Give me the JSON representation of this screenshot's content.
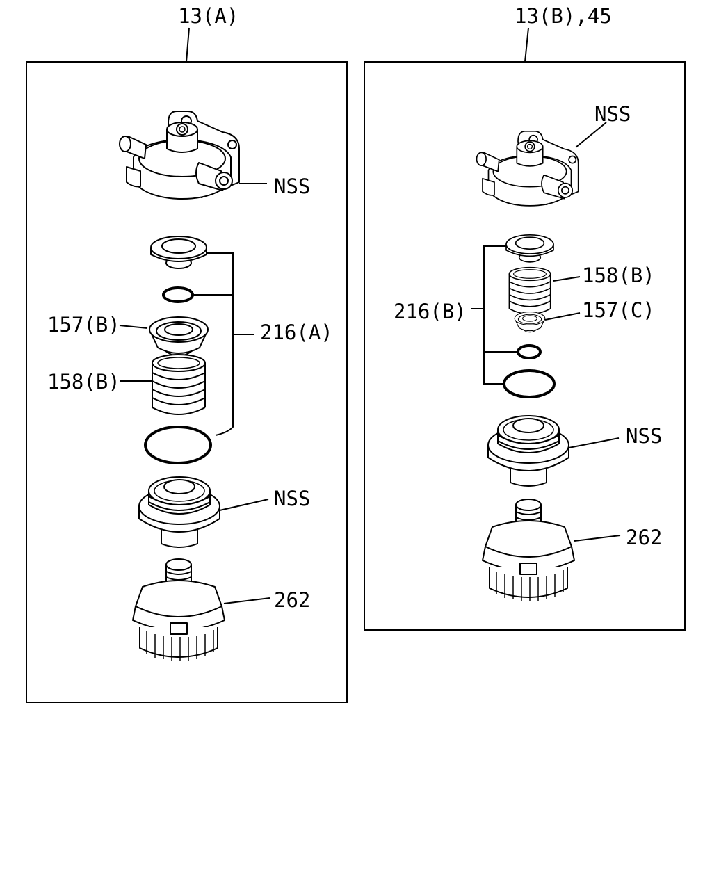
{
  "diagram": {
    "panel_a": {
      "header": "13(A)",
      "labels": {
        "housing": "NSS",
        "kit": "216(A)",
        "retainer": "157(B)",
        "spring": "158(B)",
        "body": "NSS",
        "bowl": "262"
      }
    },
    "panel_b": {
      "header": "13(B),45",
      "labels": {
        "housing": "NSS",
        "spring": "158(B)",
        "kit": "216(B)",
        "retainer": "157(C)",
        "body": "NSS",
        "bowl": "262"
      }
    }
  }
}
